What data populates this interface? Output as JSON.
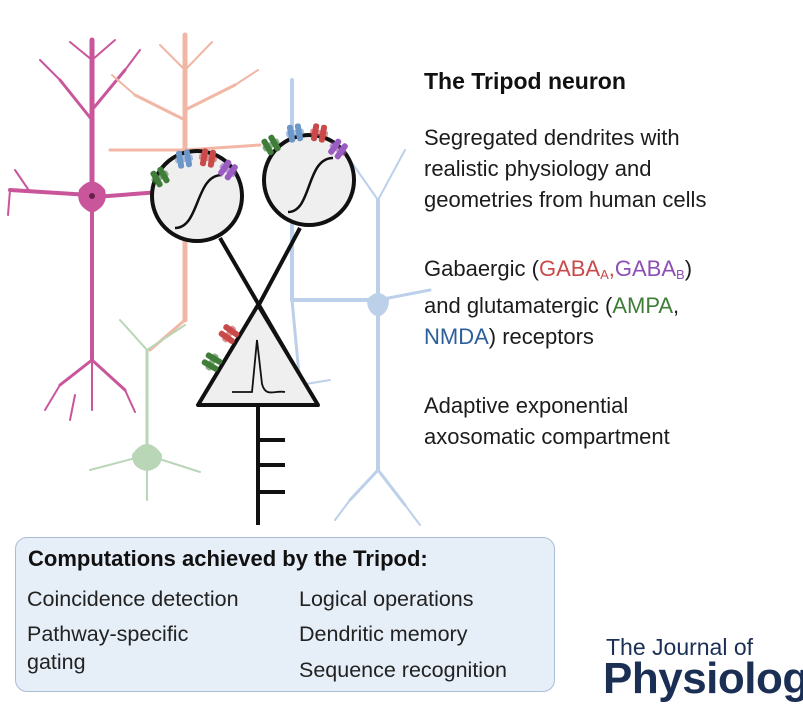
{
  "title": "The Tripod neuron",
  "features": {
    "dendrites": [
      "Segregated dendrites with",
      "realistic physiology and",
      "geometries from human cells"
    ],
    "receptors": {
      "line1_a": "Gabaergic (",
      "gaba_a": "GABA",
      "gaba_a_sub": "A",
      "comma": ",",
      "gaba_b": "GABA",
      "gaba_b_sub": "B",
      "line1_b": ")",
      "line2_a": "and glutamatergic (",
      "ampa": "AMPA",
      "line2_b": ",",
      "nmda": "NMDA",
      "line3_b": ") receptors"
    },
    "soma": [
      "Adaptive exponential",
      "axosomatic compartment"
    ]
  },
  "computations": {
    "title": "Computations achieved by the Tripod:",
    "left": [
      "Coincidence detection",
      "Pathway-specific",
      "gating"
    ],
    "right": [
      "Logical operations",
      "Dendritic memory",
      "Sequence recognition"
    ]
  },
  "journal": {
    "line1": "The Journal of",
    "line2": "Physiology"
  },
  "colors": {
    "gaba_a": "#c94a4a",
    "gaba_b": "#8e4fb5",
    "ampa": "#3f7d39",
    "nmda": "#2d5f9a",
    "panel_bg": "#e6eef8",
    "panel_border": "#a9bdd8",
    "journal": "#1b2f55",
    "neuron_pink": "#c9569b",
    "neuron_peach": "#f1b7a4",
    "neuron_lightblue": "#bcd0ea",
    "neuron_green": "#b9d6b7"
  }
}
